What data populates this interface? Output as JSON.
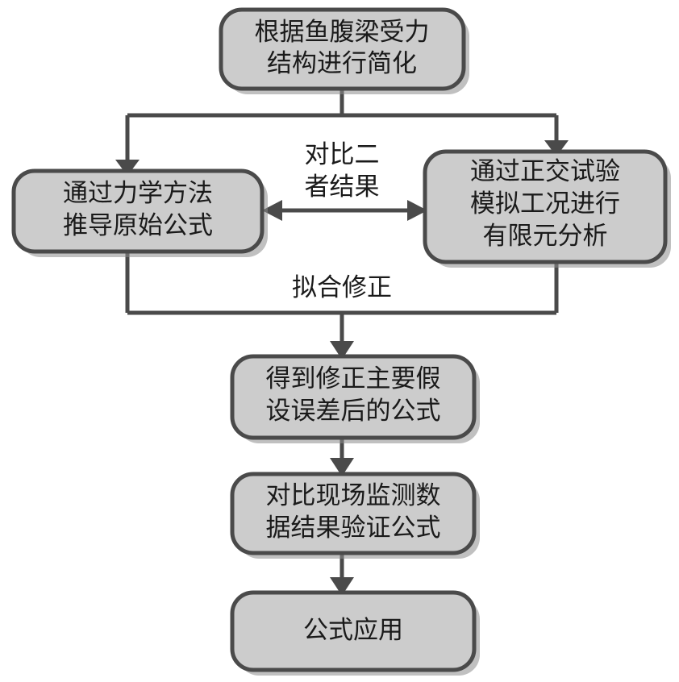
{
  "diagram": {
    "type": "flowchart",
    "title": "",
    "background_color": "#ffffff",
    "node_fill_color": "#cccccc",
    "node_border_color": "#4a4a4a",
    "connector_color": "#4a4a4a",
    "text_color": "#1a1a1a",
    "nodes": [
      {
        "id": "n1",
        "lines": [
          "根据鱼腹梁受力",
          "结构进行简化"
        ],
        "line1": "根据鱼腹梁受力",
        "line2": "结构进行简化",
        "line3": ""
      },
      {
        "id": "n2",
        "lines": [
          "通过力学方法",
          "推导原始公式"
        ],
        "line1": "通过力学方法",
        "line2": "推导原始公式",
        "line3": ""
      },
      {
        "id": "n3",
        "lines": [
          "通过正交试验",
          "模拟工况进行",
          "有限元分析"
        ],
        "line1": "通过正交试验",
        "line2": "模拟工况进行",
        "line3": "有限元分析"
      },
      {
        "id": "n4",
        "lines": [
          "得到修正主要假",
          "设误差后的公式"
        ],
        "line1": "得到修正主要假",
        "line2": "设误差后的公式",
        "line3": ""
      },
      {
        "id": "n5",
        "lines": [
          "对比现场监测数",
          "据结果验证公式"
        ],
        "line1": "对比现场监测数",
        "line2": "据结果验证公式",
        "line3": ""
      },
      {
        "id": "n6",
        "lines": [
          "公式应用"
        ],
        "line1": "公式应用",
        "line2": "",
        "line3": ""
      }
    ],
    "edge_labels": [
      {
        "id": "compare-results",
        "line1": "对比二",
        "line2": "者结果"
      },
      {
        "id": "fit-correction",
        "line1": "拟合修正",
        "line2": ""
      }
    ]
  }
}
